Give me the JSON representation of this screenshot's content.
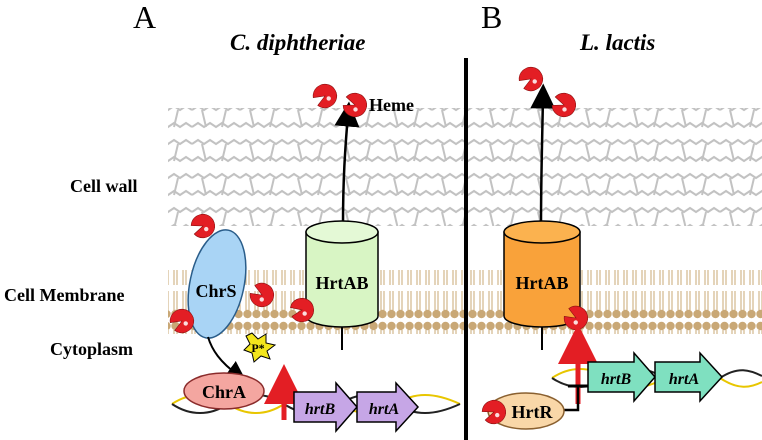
{
  "panels": {
    "left": {
      "letter": "A",
      "organism": "C. diphtheriae"
    },
    "right": {
      "letter": "B",
      "organism": "L. lactis"
    }
  },
  "regions": {
    "cell_wall": "Cell wall",
    "cell_membrane": "Cell Membrane",
    "cytoplasm": "Cytoplasm"
  },
  "labels": {
    "heme": "Heme",
    "transporter_left": "HrtAB",
    "transporter_right": "HrtAB",
    "sensor": "ChrS",
    "phospho": "P*",
    "regulator_left": "ChrA",
    "regulator_right": "HrtR"
  },
  "genes": {
    "left": [
      "hrtB",
      "hrtA"
    ],
    "right": [
      "hrtB",
      "hrtA"
    ]
  },
  "colors": {
    "heme_red": "#e31e24",
    "hrtab_left_fill": "#d8f5c4",
    "hrtab_right_fill": "#f9a23a",
    "chrs_fill": "#a9d4f5",
    "chra_fill": "#f4a6a0",
    "hrtr_fill": "#f9d7a8",
    "gene_left_fill": "#c6a6e6",
    "gene_right_fill": "#7fe0c0",
    "phospho_fill": "#f3e61c",
    "membrane_head": "#c9a876",
    "activation_arrow": "#e31e24"
  }
}
